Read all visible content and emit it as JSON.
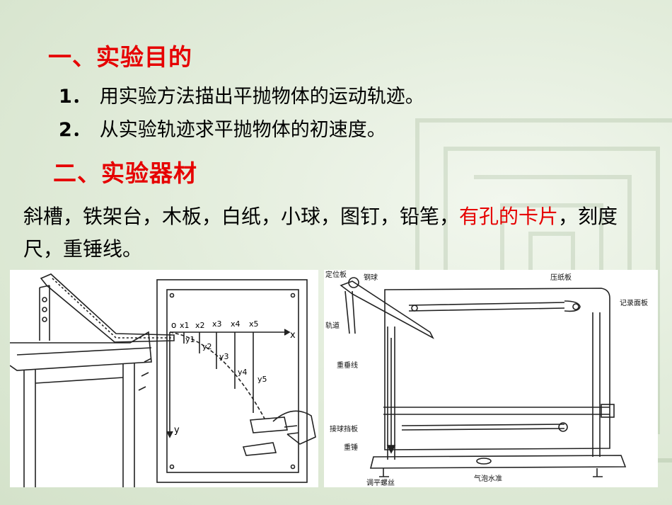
{
  "section1": {
    "heading": "一、实验目的",
    "items": [
      {
        "num": "1．",
        "text": "用实验方法描出平抛物体的运动轨迹。"
      },
      {
        "num": "2．",
        "text": "从实验轨迹求平抛物体的初速度。"
      }
    ]
  },
  "section2": {
    "heading": "二、实验器材",
    "materials_black": "斜槽，铁架台，木板，白纸，小球，图钉，铅笔，",
    "materials_red": "有孔的卡片",
    "materials_tail": "，刻度尺，重锤线。"
  },
  "figure1": {
    "origin": "o",
    "x_axis": "x",
    "y_axis": "y",
    "x_ticks": [
      "x1",
      "x2",
      "x3",
      "x4",
      "x5"
    ],
    "y_ticks": [
      "y1",
      "y2",
      "y3",
      "y4",
      "y5"
    ]
  },
  "figure2": {
    "labels": {
      "locator": "定位板",
      "ball": "钢球",
      "press": "压纸板",
      "board": "记录面板",
      "track": "轨道",
      "plumb_line": "重垂线",
      "catcher": "接球挡板",
      "weight": "重锤",
      "level": "气泡水准",
      "screw": "调平螺丝"
    }
  },
  "colors": {
    "heading": "#e60000",
    "text": "#000000",
    "background": "#e3eddc"
  }
}
